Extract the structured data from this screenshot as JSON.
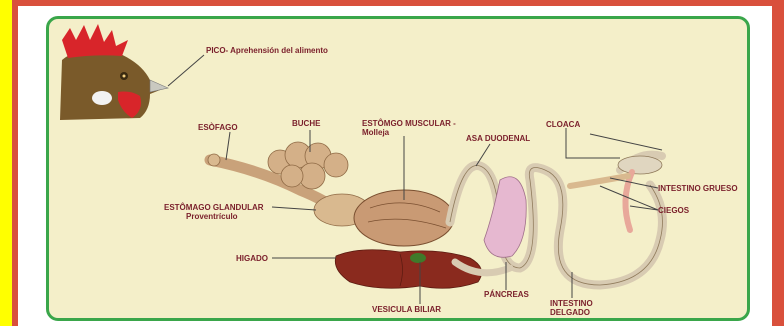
{
  "labels": {
    "pico": "PICO- Aprehensión del alimento",
    "esofago": "ESÒFAGO",
    "buche": "BUCHE",
    "estomago_muscular_1": "ESTÔMGO MUSCULAR -",
    "estomago_muscular_2": "Molleja",
    "asa_duodenal": "ASA DUODENAL",
    "cloaca": "CLOACA",
    "intestino_grueso": "INTESTINO GRUESO",
    "ciegos": "CIEGOS",
    "estomago_glandular_1": "ESTÔMAGO GLANDULAR",
    "estomago_glandular_2": "Proventrículo",
    "higado": "HIGADO",
    "pancreas": "PÁNCREAS",
    "intestino_delgado_1": "INTESTINO",
    "intestino_delgado_2": "DELGADO",
    "vesicula_biliar": "VESICULA BILIAR"
  },
  "colors": {
    "page_bg": "#ffff00",
    "frame": "#d9503c",
    "panel_bg": "#f4efc9",
    "panel_border": "#3aa64a",
    "label_text": "#7a1f2b",
    "organ_tan": "#d9b98f",
    "liver": "#8a2a1e",
    "pancreas": "#e6b8d0"
  },
  "icons": [
    "rooster-head-icon"
  ]
}
